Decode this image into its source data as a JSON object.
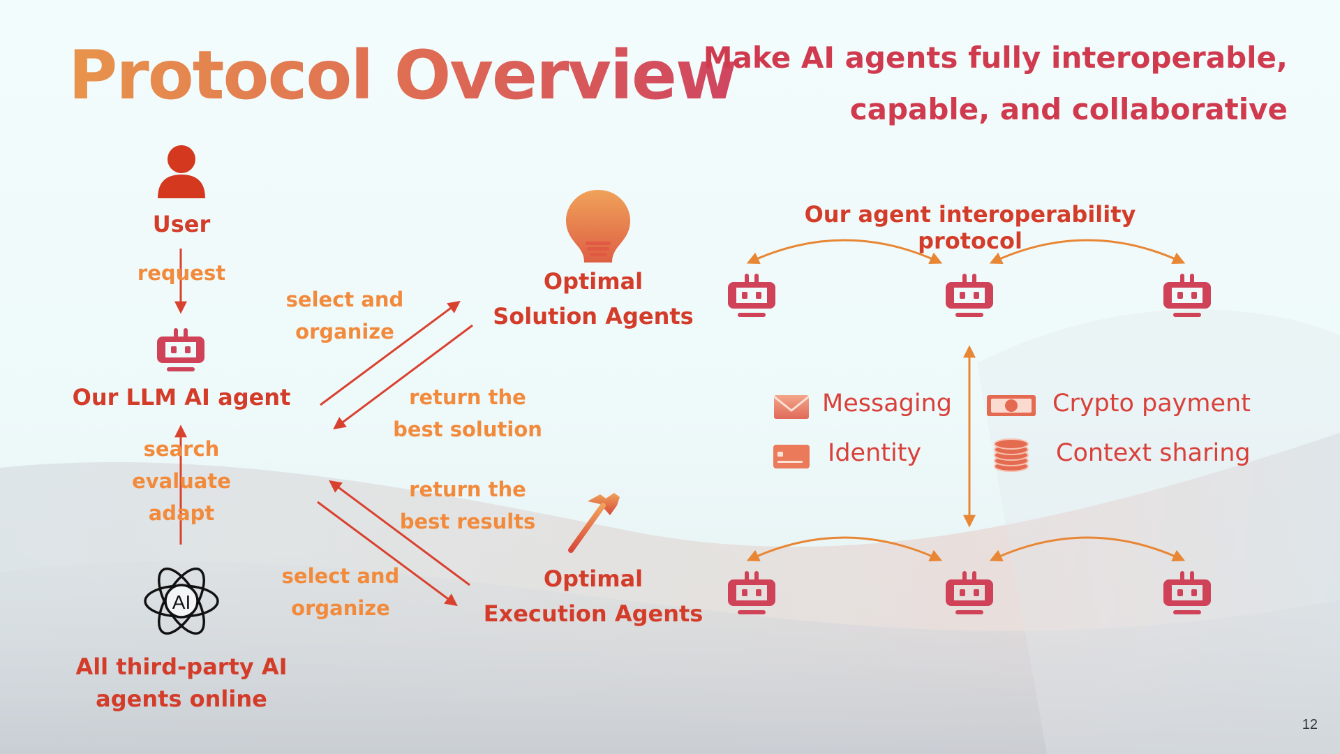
{
  "title": "Protocol Overview",
  "tagline": [
    "Make AI agents fully interoperable,",
    "capable, and collaborative"
  ],
  "page_number": "12",
  "colors": {
    "title_start": "#e8944c",
    "title_end": "#cf4560",
    "tagline": "#d03a4e",
    "node_label": "#d43c2a",
    "edge_label": "#f28a3c",
    "arrow_red": "#d9412f",
    "arrow_orange": "#e88633",
    "robot": "#cf4258"
  },
  "left_flow": {
    "user": {
      "label": "User",
      "icon": "user-icon"
    },
    "request_label": "request",
    "llm_agent": {
      "label": "Our LLM AI agent",
      "icon": "robot-icon"
    },
    "search_labels": [
      "search",
      "evaluate",
      "adapt"
    ],
    "third_party": {
      "label": [
        "All third-party AI",
        "agents online"
      ],
      "icon": "ai-atom-icon",
      "icon_text": "AI"
    }
  },
  "middle_flow": {
    "solution_agents": {
      "label": [
        "Optimal",
        "Solution Agents"
      ],
      "icon": "lightbulb-icon"
    },
    "execution_agents": {
      "label": [
        "Optimal",
        "Execution Agents"
      ],
      "icon": "hammer-icon"
    },
    "select_organize_top": [
      "select and",
      "organize"
    ],
    "return_solution": [
      "return the",
      "best solution"
    ],
    "return_results": [
      "return the",
      "best results"
    ],
    "select_organize_bottom": [
      "select and",
      "organize"
    ]
  },
  "protocol": {
    "title": "Our agent interoperability protocol",
    "robot_icon": "robot-icon",
    "features": [
      {
        "label": "Messaging",
        "icon": "envelope-icon"
      },
      {
        "label": "Crypto payment",
        "icon": "banknote-icon"
      },
      {
        "label": "Identity",
        "icon": "id-card-icon"
      },
      {
        "label": "Context sharing",
        "icon": "coin-stack-icon"
      }
    ]
  }
}
